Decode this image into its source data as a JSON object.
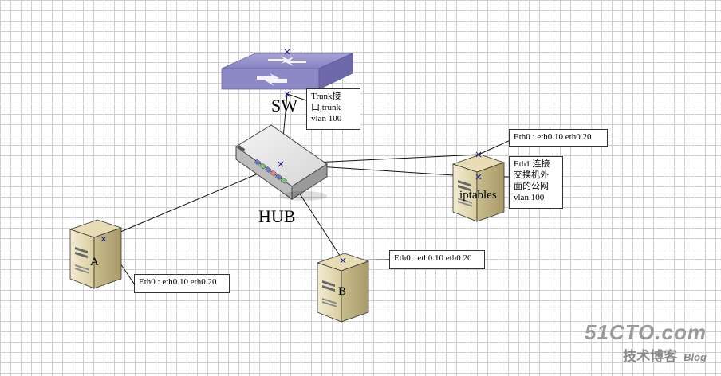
{
  "nodes": {
    "switch_label": "SW",
    "hub_label": "HUB",
    "server_a_label": "A",
    "server_b_label": "B",
    "iptables_label": "iptables"
  },
  "callouts": {
    "trunk": "Trunk接\n口,trunk\nvlan 100",
    "iptables_eth0": "Eth0 : eth0.10 eth0.20",
    "iptables_eth1": "Eth1 连接\n交换机外\n面的公网\nvlan 100",
    "server_a_eth0": "Eth0 : eth0.10 eth0.20",
    "server_b_eth0": "Eth0 : eth0.10 eth0.20"
  },
  "watermark": {
    "site": "51CTO.com",
    "tagline": "技术博客",
    "blog": "Blog"
  }
}
